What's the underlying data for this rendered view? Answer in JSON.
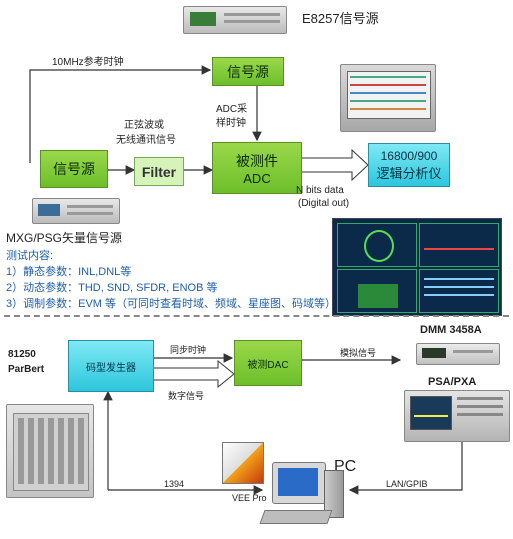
{
  "top": {
    "e8257_label": "E8257信号源",
    "ref_clock_label": "10MHz参考时钟",
    "signal_source_top": "信号源",
    "signal_source_left": "信号源",
    "sine_label_1": "正弦波或",
    "sine_label_2": "无线通讯信号",
    "filter_label": "Filter",
    "dut_label_1": "被测件",
    "dut_label_2": "ADC",
    "adc_clock_1": "ADC采",
    "adc_clock_2": "样时钟",
    "logic_label_1": "16800/900",
    "logic_label_2": "逻辑分析仪",
    "nbits_1": "N bits data",
    "nbits_2": "(Digital out)",
    "mxg_label": "MXG/PSG矢量信号源"
  },
  "tests": {
    "title": "测试内容:",
    "items": [
      "1）静态参数：INL,DNL等",
      "2）动态参数：THD, SND, SFDR, ENOB 等",
      "3）调制参数：EVM 等（可同时查看时域、频域、星座图、码域等）"
    ]
  },
  "bottom": {
    "pattern_gen": "码型发生器",
    "dac_label": "被测DAC",
    "sync_clock": "同步时钟",
    "digital_signal": "数字信号",
    "analog_signal": "模拟信号",
    "dmm_label": "DMM 3458A",
    "psa_label": "PSA/PXA",
    "parbert_1": "81250",
    "parbert_2": "ParBert",
    "pc_label": "PC",
    "vee_label": "VEE Pro",
    "link_1394": "1394",
    "lan_label": "LAN/GPIB"
  },
  "colors": {
    "green_block": "#7cc83a",
    "cyan_block": "#3fd1e4",
    "test_text": "#1f5fa8",
    "arrow": "#333333"
  }
}
